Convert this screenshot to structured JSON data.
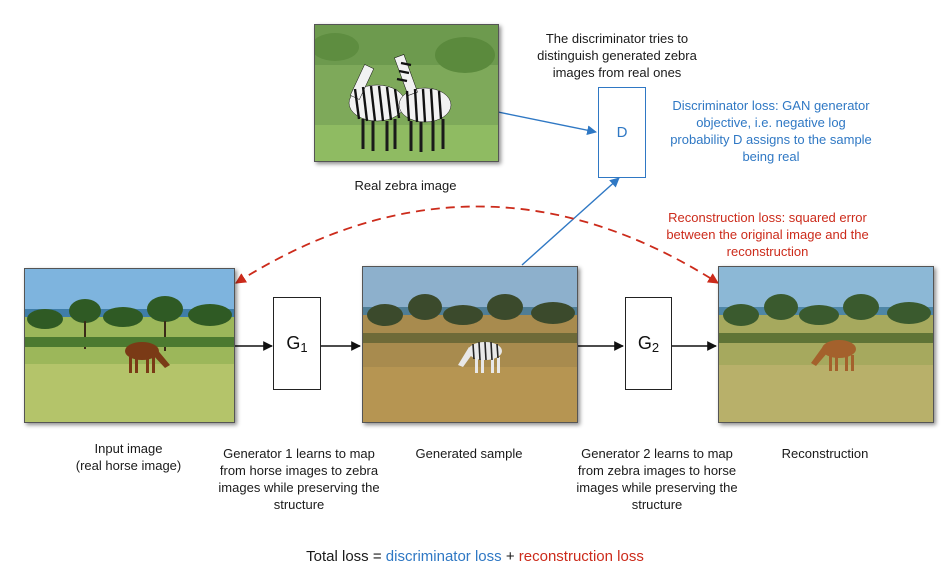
{
  "real_zebra": {
    "caption": "Real zebra image"
  },
  "discriminator": {
    "label": "D",
    "note": "The discriminator tries to distinguish generated zebra images from real ones",
    "loss": "Discriminator loss: GAN generator objective, i.e. negative log probability D assigns to the sample being real"
  },
  "reconstruction_loss": "Reconstruction loss: squared error between the original image and the reconstruction",
  "input": {
    "caption_line1": "Input image",
    "caption_line2": "(real horse image)"
  },
  "generator1": {
    "label": "G",
    "sub": "1",
    "caption": "Generator 1 learns to map from horse images to zebra images while preserving the structure"
  },
  "generated": {
    "caption": "Generated sample"
  },
  "generator2": {
    "label": "G",
    "sub": "2",
    "caption": "Generator 2 learns to map from zebra images to horse images while preserving the structure"
  },
  "reconstruction": {
    "caption": "Reconstruction"
  },
  "total": {
    "prefix": "Total loss = ",
    "disc": "discriminator loss",
    "plus": " + ",
    "recon": "reconstruction loss"
  },
  "colors": {
    "blue": "#2f78c4",
    "red": "#cc2b1b"
  }
}
